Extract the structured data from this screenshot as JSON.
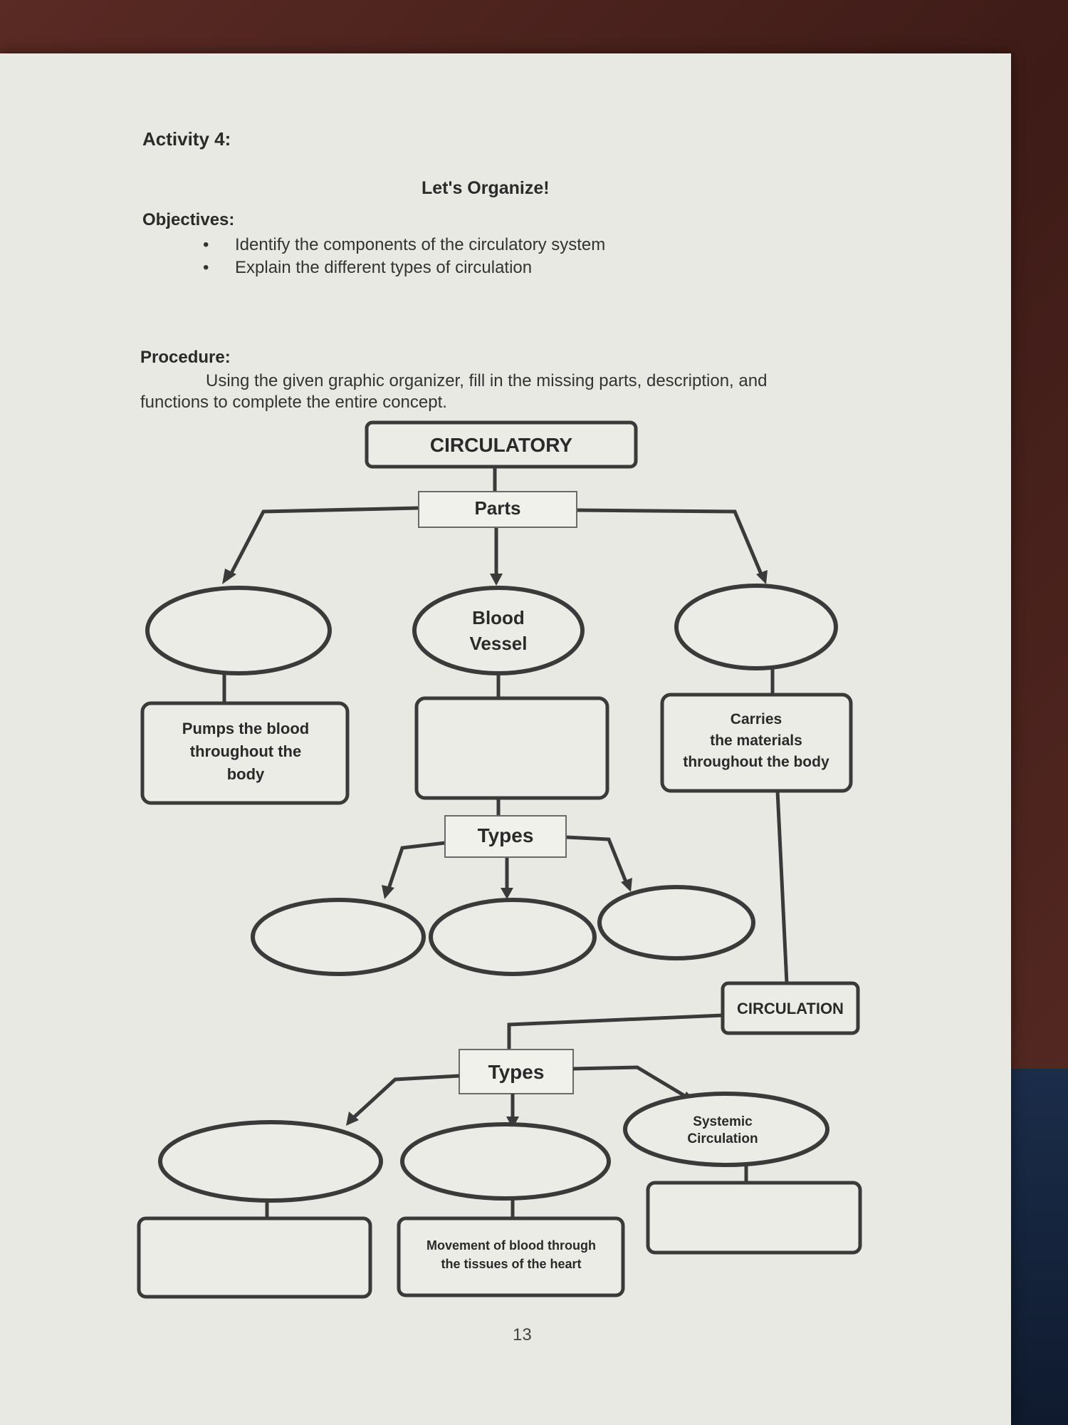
{
  "activity": "Activity 4:",
  "title": "Let's Organize!",
  "objectives": {
    "heading": "Objectives:",
    "items": [
      "Identify the components of the circulatory system",
      "Explain the different types of circulation"
    ]
  },
  "procedure": {
    "heading": "Procedure:",
    "text": "Using the given graphic organizer, fill in the missing parts, description, and functions to complete the entire concept."
  },
  "organizer": {
    "root": "CIRCULATORY",
    "parts_label": "Parts",
    "blood_vessel_line1": "Blood",
    "blood_vessel_line2": "Vessel",
    "heart_desc_line1": "Pumps the blood",
    "heart_desc_line2": "throughout the",
    "heart_desc_line3": "body",
    "blood_desc_line1": "Carries",
    "blood_desc_line2": "the materials",
    "blood_desc_line3": "throughout the body",
    "vessel_types_label": "Types",
    "circulation_label": "CIRCULATION",
    "circulation_types_label": "Types",
    "systemic_line1": "Systemic",
    "systemic_line2": "Circulation",
    "coronary_desc_line1": "Movement of blood through",
    "coronary_desc_line2": "the tissues of the heart"
  },
  "page_number": "13"
}
